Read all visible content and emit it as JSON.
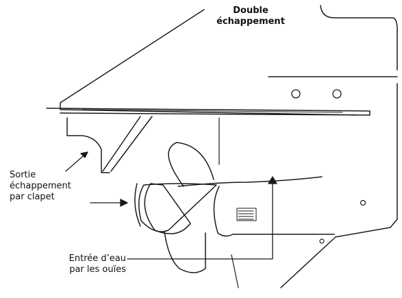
{
  "labels": {
    "exhaust_line1": "Double",
    "exhaust_line2": "échappement",
    "outlet_line1": "Sortie",
    "outlet_line2": "échappement",
    "outlet_line3": "par clapet",
    "intake_line1": "Entrée d’eau",
    "intake_line2": "par les ouïes"
  },
  "colors": {
    "line": "#1a1a1a",
    "text": "#111111",
    "background": "#ffffff"
  }
}
